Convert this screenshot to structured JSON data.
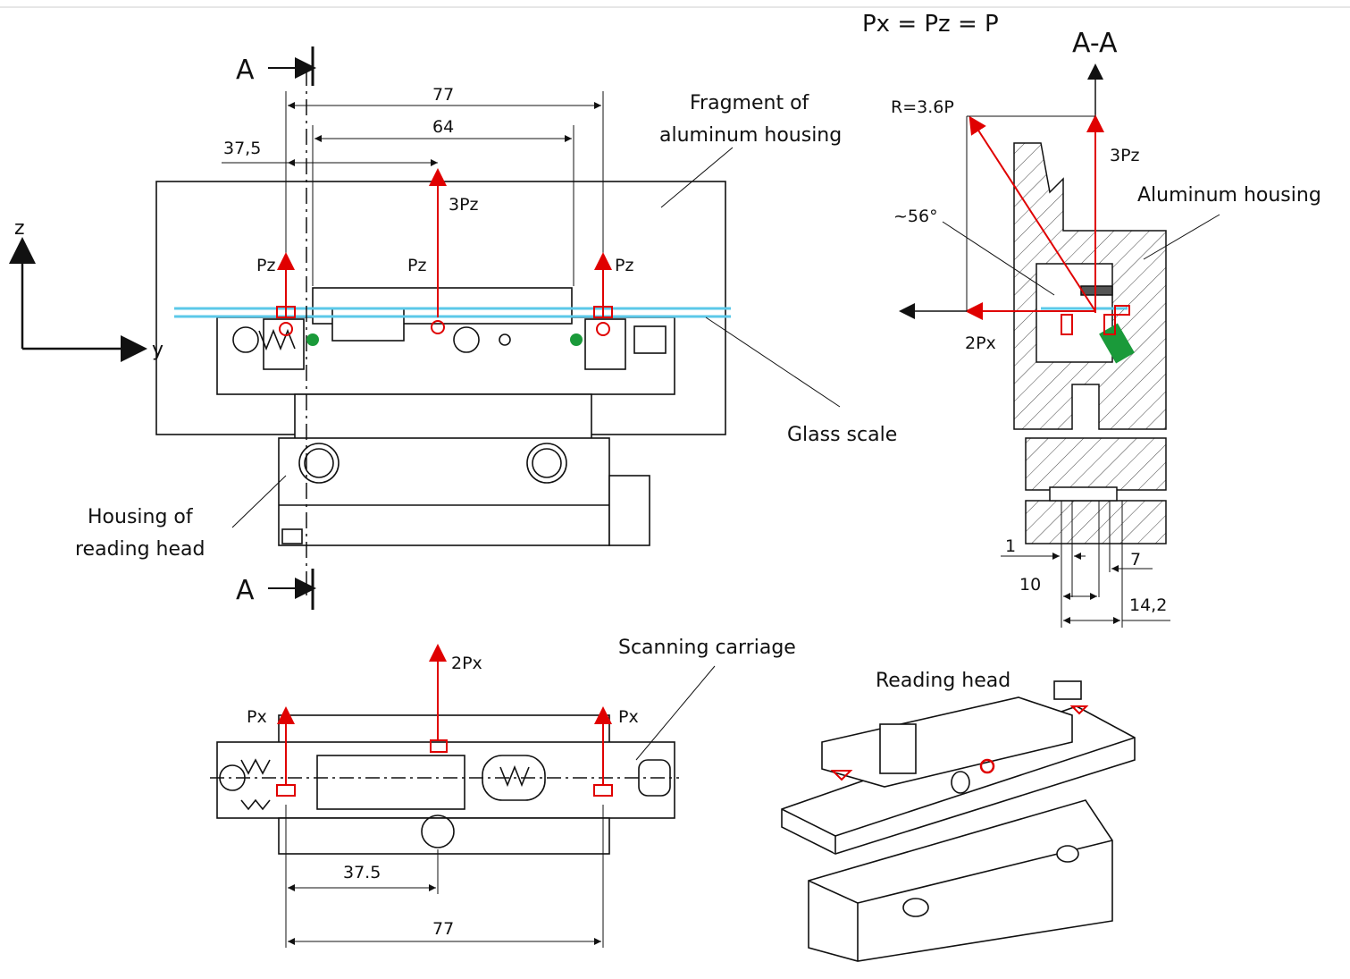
{
  "formula": "Px = Pz = P",
  "section_label": "A-A",
  "cut_marker": "A",
  "axes": {
    "vertical": "z",
    "horizontal": "y"
  },
  "labels": {
    "fragment_housing_line1": "Fragment of",
    "fragment_housing_line2": "aluminum housing",
    "glass_scale": "Glass scale",
    "reading_head_housing_line1": "Housing of",
    "reading_head_housing_line2": "reading  head",
    "aluminum_housing": "Aluminum housing",
    "scanning_carriage": "Scanning carriage",
    "reading_head": "Reading head"
  },
  "forces": {
    "pz": "Pz",
    "three_pz": "3Pz",
    "px": "Px",
    "two_px": "2Px",
    "resultant": "R=3.6P",
    "angle": "~56°"
  },
  "dimensions": {
    "front_total": "77",
    "front_inner": "64",
    "front_offset": "37,5",
    "bottom_offset": "37.5",
    "bottom_total": "77",
    "sec_1": "1",
    "sec_10": "10",
    "sec_7": "7",
    "sec_14_2": "14,2"
  },
  "colors": {
    "force": "#e00000",
    "glass": "#5bc8e8",
    "contact": "#1a9a3a",
    "line": "#111111"
  }
}
